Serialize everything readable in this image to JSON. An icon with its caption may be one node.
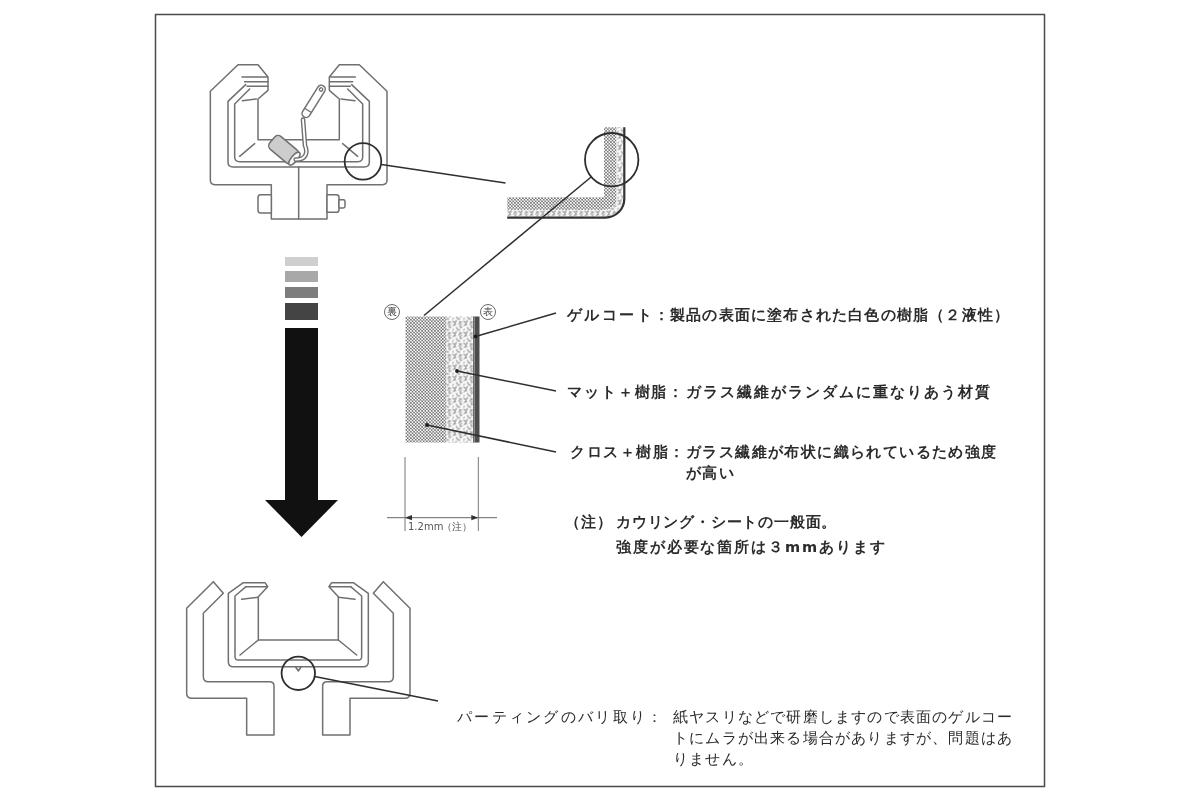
{
  "diagram": {
    "nodes": [
      {
        "text": [],
        "shape": "picture"
      },
      {
        "text": [],
        "shape": "circle",
        "in": 0
      },
      {
        "text": [],
        "shape": "picture"
      },
      {
        "text": [],
        "shape": "circle"
      },
      {
        "text": [],
        "shape": "picture"
      },
      {
        "text": [],
        "shape": "bar",
        "in": 4
      },
      {
        "text": [],
        "shape": "bar",
        "in": 4
      },
      {
        "text": [],
        "shape": "bar",
        "in": 4
      },
      {
        "text": [
          "ゲルコート：",
          "製品の表面に塗布された白色の樹脂（２液性）"
        ]
      },
      {
        "text": [
          "マット＋樹脂：",
          "ガラス繊維がランダムに重なりあう材質"
        ]
      },
      {
        "text": [
          "クロス＋樹脂：",
          "ガラス繊維が布状に織られているため強度が高い"
        ]
      },
      {
        "text": [],
        "shape": "picture"
      },
      {
        "text": [],
        "shape": "circle",
        "in": 11
      },
      {
        "text": [
          "パーティングのバリ取り：",
          "紙ヤスリなどで研磨しますので表面のゲルコートにムラが出来る場合がありますが、問題はありません。"
        ]
      }
    ],
    "edges": [
      {
        "from": 1,
        "to": 2,
        "arrow": "none"
      },
      {
        "from": 3,
        "to": 4,
        "arrow": "none"
      },
      {
        "from": 8,
        "to": 7,
        "arrow": "other"
      },
      {
        "from": 9,
        "to": 6,
        "arrow": "other"
      },
      {
        "from": 10,
        "to": 5,
        "arrow": "other"
      },
      {
        "from": 0,
        "to": 11,
        "arrow": "to",
        "style": "thick"
      },
      {
        "from": 13,
        "to": 12,
        "arrow": "none"
      }
    ],
    "labels": [
      "裏",
      "表",
      "1.2mm",
      "（注）",
      "（注）",
      "カウリング・シートの一般面。",
      "強度が必要な箇所は３mmあります"
    ]
  }
}
